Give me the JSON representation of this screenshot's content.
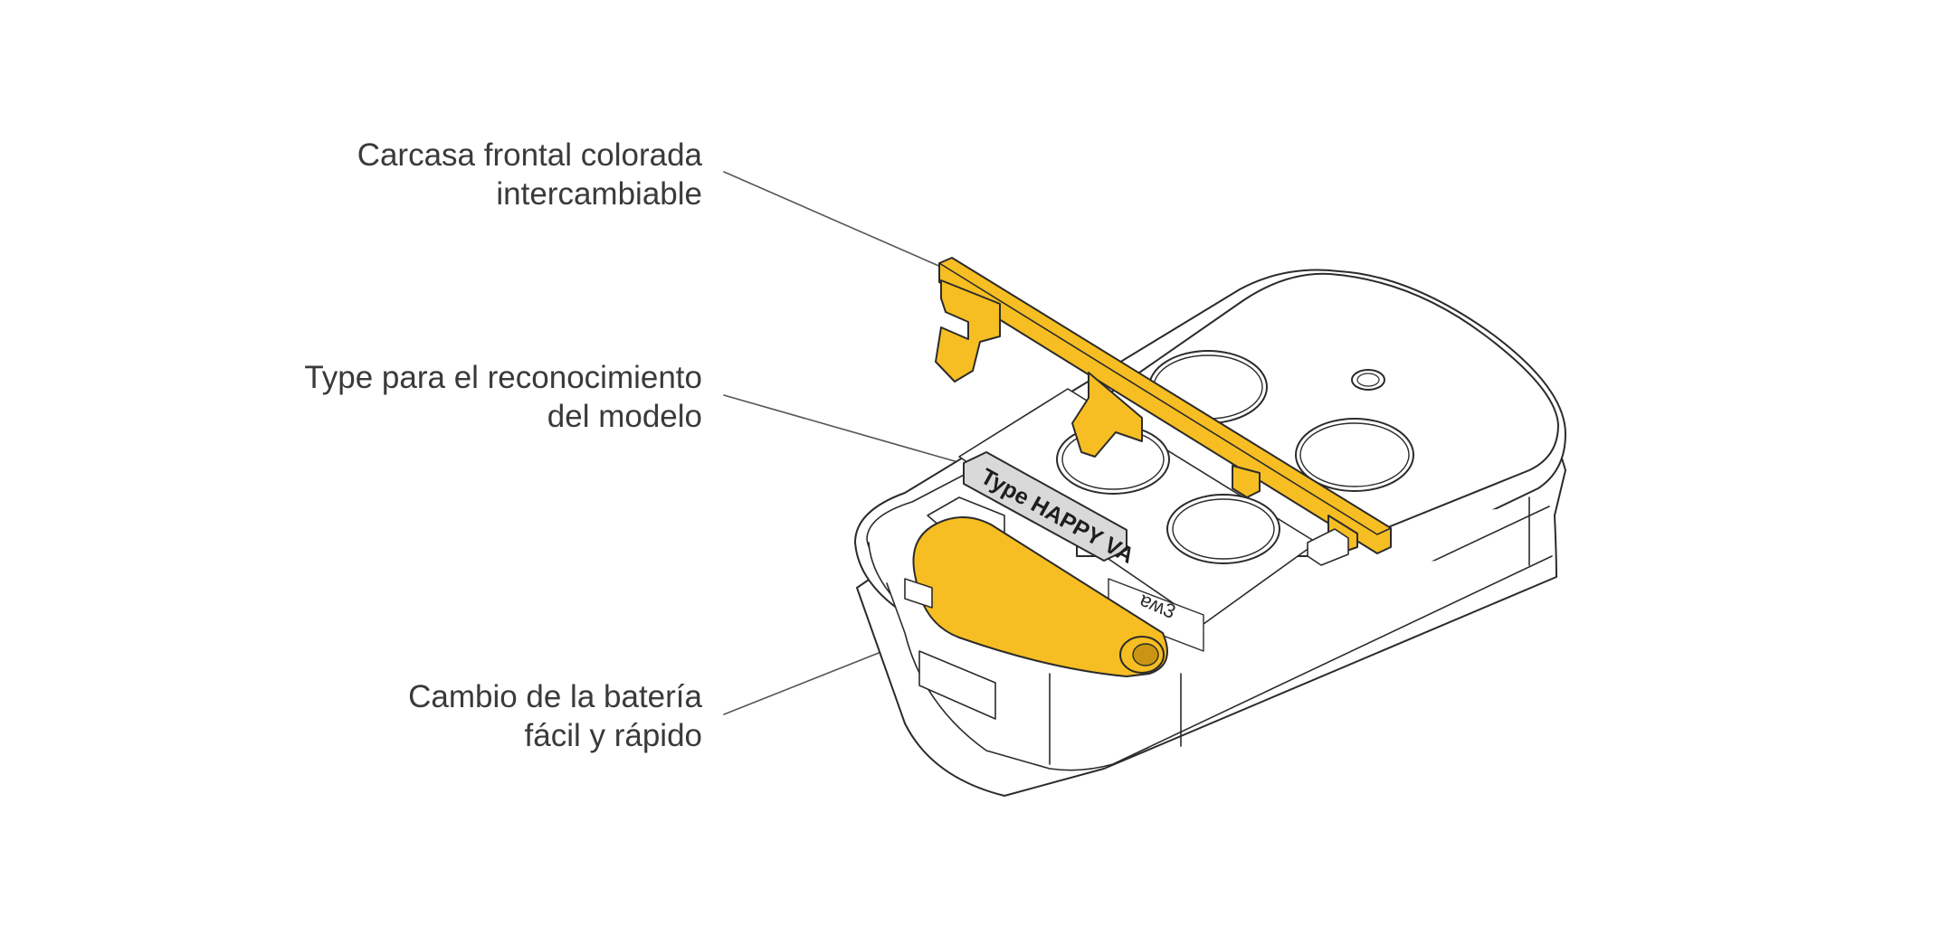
{
  "callouts": [
    {
      "line1": "Carcasa frontal colorada",
      "line2": "intercambiable"
    },
    {
      "line1": "Type para el reconocimiento",
      "line2": "del modelo"
    },
    {
      "line1": "Cambio de la batería",
      "line2": "fácil y rápido"
    }
  ],
  "device": {
    "type_label": "Type HAPPY VA",
    "battery_mark": "ɐʍ3"
  },
  "colors": {
    "accent": "#F6BE22",
    "accent_dark": "#C99512",
    "outline": "#2b2b2b",
    "leader": "#555555",
    "label_plate": "#d9d9d9",
    "text": "#3a3a3a"
  }
}
